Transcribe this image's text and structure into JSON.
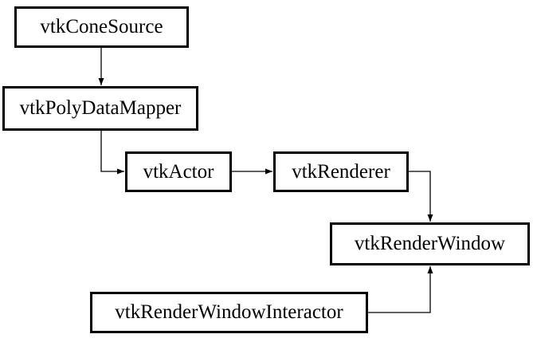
{
  "nodes": {
    "cone_source": "vtkConeSource",
    "poly_data_mapper": "vtkPolyDataMapper",
    "actor": "vtkActor",
    "renderer": "vtkRenderer",
    "render_window": "vtkRenderWindow",
    "render_window_interactor": "vtkRenderWindowInteractor"
  },
  "edges": [
    {
      "from": "cone_source",
      "to": "poly_data_mapper"
    },
    {
      "from": "poly_data_mapper",
      "to": "actor"
    },
    {
      "from": "actor",
      "to": "renderer"
    },
    {
      "from": "renderer",
      "to": "render_window"
    },
    {
      "from": "render_window_interactor",
      "to": "render_window"
    }
  ],
  "colors": {
    "stroke": "#000000",
    "background": "#ffffff"
  }
}
